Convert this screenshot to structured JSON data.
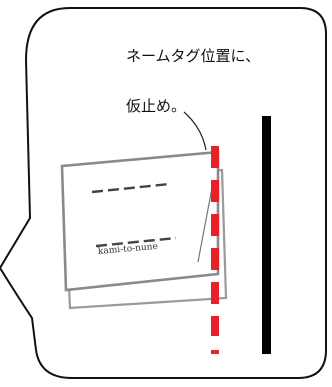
{
  "callout": {
    "line1": "ネームタグ位置に、",
    "line2": "仮止め。"
  },
  "tag": {
    "brand_text": "kami-to-nune"
  },
  "colors": {
    "outline": "#111111",
    "tag_border": "#8a8a8a",
    "stitch_line": "#e8202a",
    "garment_edge": "#000000"
  }
}
